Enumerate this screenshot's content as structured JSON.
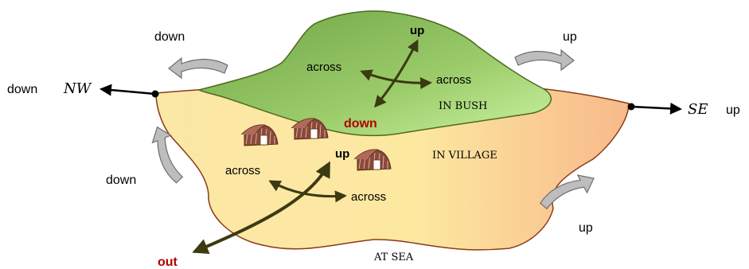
{
  "labels": {
    "nw_down": "down",
    "nw": "NW",
    "se": "SE",
    "se_up": "up",
    "top_left_down": "down",
    "top_right_up": "up",
    "left_down": "down",
    "bottom_right_up": "up",
    "bush_up": "up",
    "bush_across_left": "across",
    "bush_across_right": "across",
    "bush_down": "down",
    "in_bush": "IN BUSH",
    "village_up": "up",
    "village_across_left": "across",
    "village_across_right": "across",
    "in_village": "IN VILLAGE",
    "out": "out",
    "at_sea": "AT SEA"
  },
  "colors": {
    "accent_red": "#b00000",
    "arrow_dark": "#3b3a12",
    "bush_green": "#8fc060",
    "village_yellow": "#f8e09a",
    "coast_line": "#8a3a1a",
    "rotation_arrow_gray": "#bdbdbd"
  },
  "icons": {
    "hut": "hut-icon",
    "rotation": "curved-arrow-icon"
  }
}
